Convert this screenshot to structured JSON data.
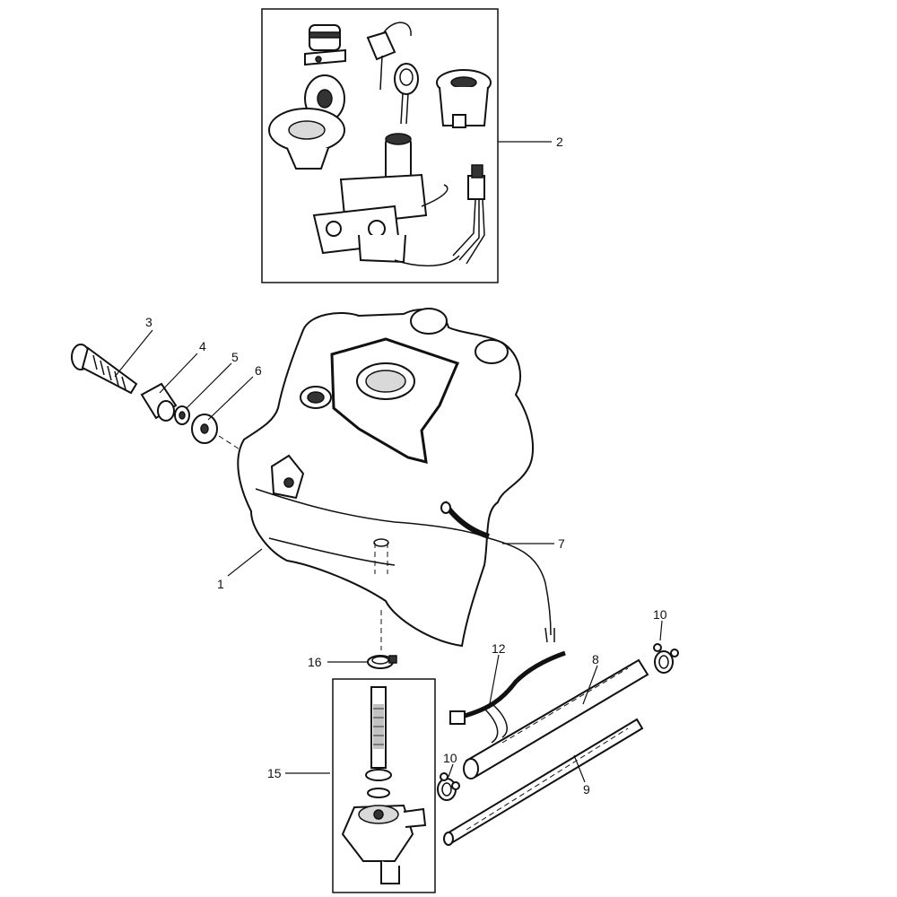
{
  "parts": [
    {
      "id": "p1",
      "label": "1"
    },
    {
      "id": "p2",
      "label": "2"
    },
    {
      "id": "p3",
      "label": "3"
    },
    {
      "id": "p4",
      "label": "4"
    },
    {
      "id": "p5",
      "label": "5"
    },
    {
      "id": "p6",
      "label": "6"
    },
    {
      "id": "p7",
      "label": "7"
    },
    {
      "id": "p8",
      "label": "8"
    },
    {
      "id": "p9",
      "label": "9"
    },
    {
      "id": "p10a",
      "label": "10"
    },
    {
      "id": "p10b",
      "label": "10"
    },
    {
      "id": "p12",
      "label": "12"
    },
    {
      "id": "p15",
      "label": "15"
    },
    {
      "id": "p16",
      "label": "16"
    }
  ]
}
